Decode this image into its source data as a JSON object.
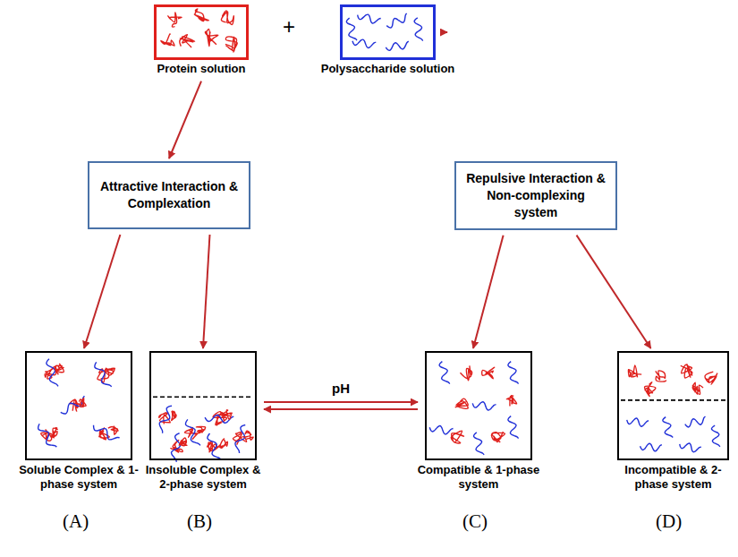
{
  "diagram": {
    "nodes": [
      {
        "text": [
          "Protein solution"
        ]
      },
      {
        "text": [
          "Polysaccharide solution"
        ]
      },
      {
        "text": [
          "Attractive Interaction & Complexation"
        ]
      },
      {
        "text": [
          "Repulsive Interaction & Non-complexing system"
        ]
      },
      {
        "text": [
          "Soluble Complex & 1-phase system"
        ]
      },
      {
        "text": [
          "Insoluble Complex & 2-phase system"
        ]
      },
      {
        "text": [
          "Compatible & 1-phase system"
        ]
      },
      {
        "text": [
          "Incompatible & 2-phase system"
        ]
      }
    ],
    "edges": [
      {
        "from": 0,
        "to": 2,
        "arrow": "to"
      },
      {
        "from": 1,
        "to": 3,
        "arrow": "to"
      },
      {
        "from": 2,
        "to": 4,
        "arrow": "to"
      },
      {
        "from": 2,
        "to": 5,
        "arrow": "to"
      },
      {
        "from": 3,
        "to": 6,
        "arrow": "to"
      },
      {
        "from": 3,
        "to": 7,
        "arrow": "to"
      },
      {
        "from": 5,
        "to": 6,
        "label": "pH",
        "arrow": "both"
      }
    ],
    "labels": [
      "+",
      "(A)",
      "(B)",
      "(C)",
      "(D)"
    ]
  }
}
